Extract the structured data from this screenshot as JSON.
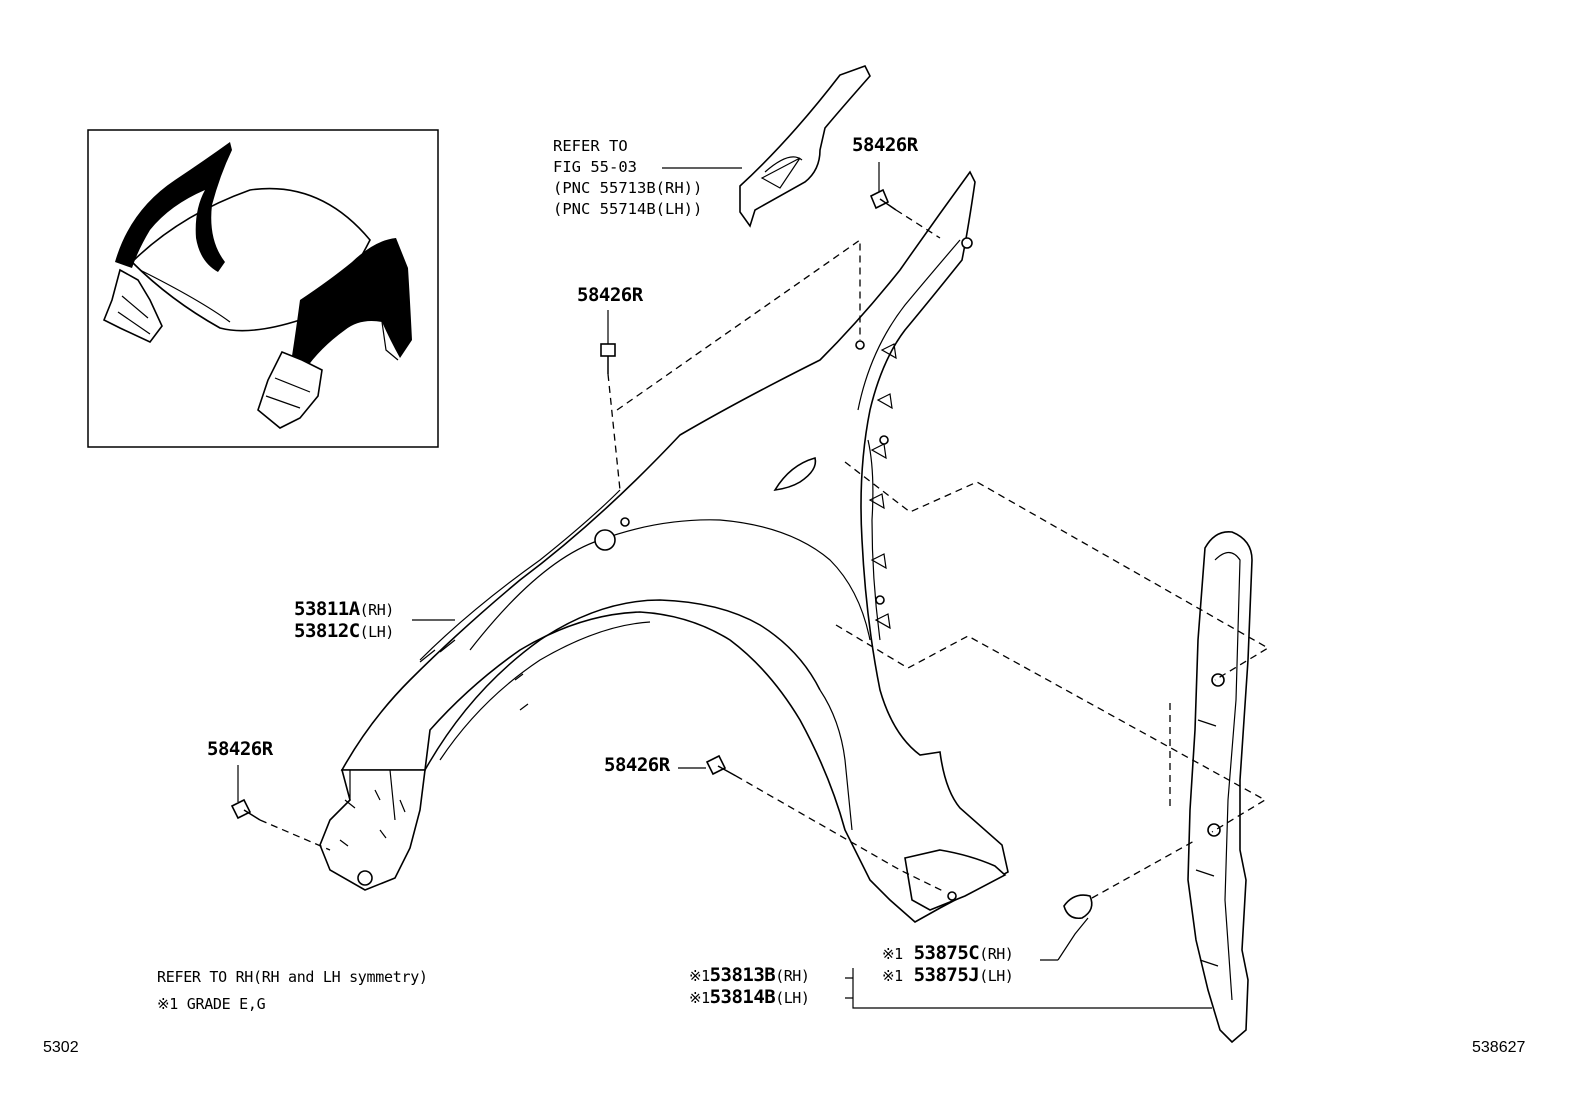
{
  "refer_fig": {
    "line1": "REFER TO",
    "line2": "FIG 55-03",
    "line3": "(PNC 55713B(RH))",
    "line4": "(PNC 55714B(LH))"
  },
  "labels": {
    "bolt_top_right": "58426R",
    "bolt_top_center": "58426R",
    "bolt_left": "58426R",
    "bolt_mid": "58426R",
    "fender_rh": "53811A",
    "fender_rh_side": "(RH)",
    "fender_lh": "53812C",
    "fender_lh_side": "(LH)",
    "clip_rh_mark": "※1",
    "clip_rh": "53875C",
    "clip_rh_side": "(RH)",
    "clip_lh_mark": "※1",
    "clip_lh": "53875J",
    "clip_lh_side": "(LH)",
    "liner_rh_mark": "※1",
    "liner_rh": "53813B",
    "liner_rh_side": "(RH)",
    "liner_lh_mark": "※1",
    "liner_lh": "53814B",
    "liner_lh_side": "(LH)"
  },
  "notes": {
    "symmetry": "REFER TO RH(RH and LH symmetry)",
    "grade": "※1 GRADE E,G"
  },
  "figure_ids": {
    "left": "5302",
    "right": "538627"
  }
}
